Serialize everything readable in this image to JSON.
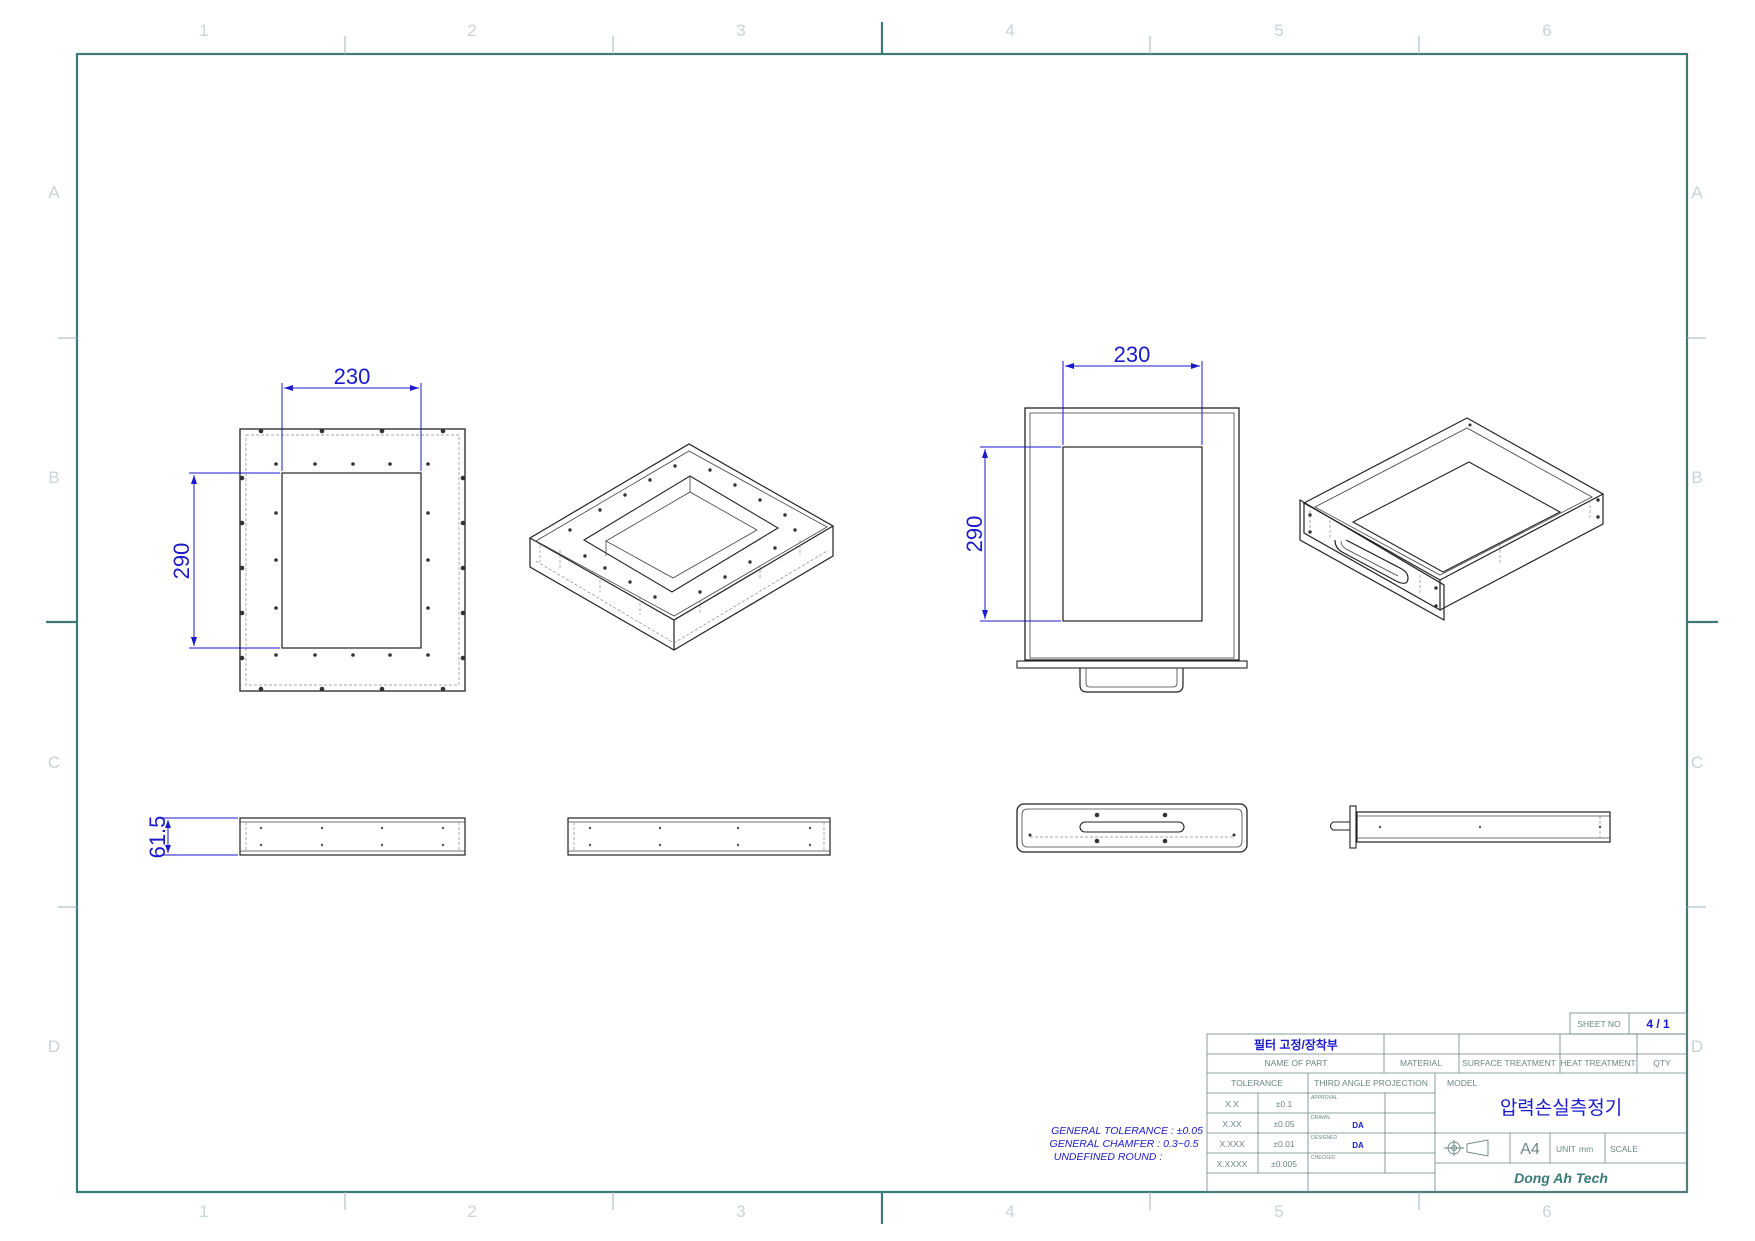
{
  "sheet": {
    "columns": [
      "1",
      "2",
      "3",
      "4",
      "5",
      "6"
    ],
    "rows": [
      "A",
      "B",
      "C",
      "D"
    ],
    "frame_color": "#3c7a78",
    "dimension_color": "#1a1acc"
  },
  "dimensions": {
    "left_top_width": "230",
    "left_top_height": "290",
    "left_side_height": "61.5",
    "right_top_width": "230",
    "right_top_height": "290"
  },
  "notes": {
    "tolerance_line": "GENERAL TOLERANCE : ±0.05",
    "chamfer_line": "GENERAL CHAMFER : 0.3~0.5",
    "round_line": "UNDEFINED ROUND :"
  },
  "title_block": {
    "sheet_no_label": "SHEET NO",
    "sheet_no_value": "4 / 1",
    "part_name": "필터 고정/장착부",
    "name_of_part_label": "NAME OF PART",
    "material_label": "MATERIAL",
    "surface_label": "SURFACE TREATMENT",
    "heat_label": "HEAT TREATMENT",
    "qty_label": "QTY",
    "tolerance_label": "TOLERANCE",
    "projection_label": "THIRD ANGLE PROJECTION",
    "model_label": "MODEL",
    "model_name": "압력손실측정기",
    "tolerances": [
      {
        "format": "X.X",
        "value": "±0.1"
      },
      {
        "format": "X.XX",
        "value": "±0.05"
      },
      {
        "format": "X.XXX",
        "value": "±0.01"
      },
      {
        "format": "X.XXXX",
        "value": "±0.005"
      }
    ],
    "approvals": [
      {
        "label": "APPROVAL",
        "value": ""
      },
      {
        "label": "DRAWN",
        "value": "DA"
      },
      {
        "label": "DESIGNED",
        "value": "DA"
      },
      {
        "label": "CHECKED",
        "value": ""
      }
    ],
    "paper_size": "A4",
    "unit_label": "UNIT",
    "unit_value": "mm",
    "scale_label": "SCALE",
    "company": "Dong Ah Tech"
  }
}
